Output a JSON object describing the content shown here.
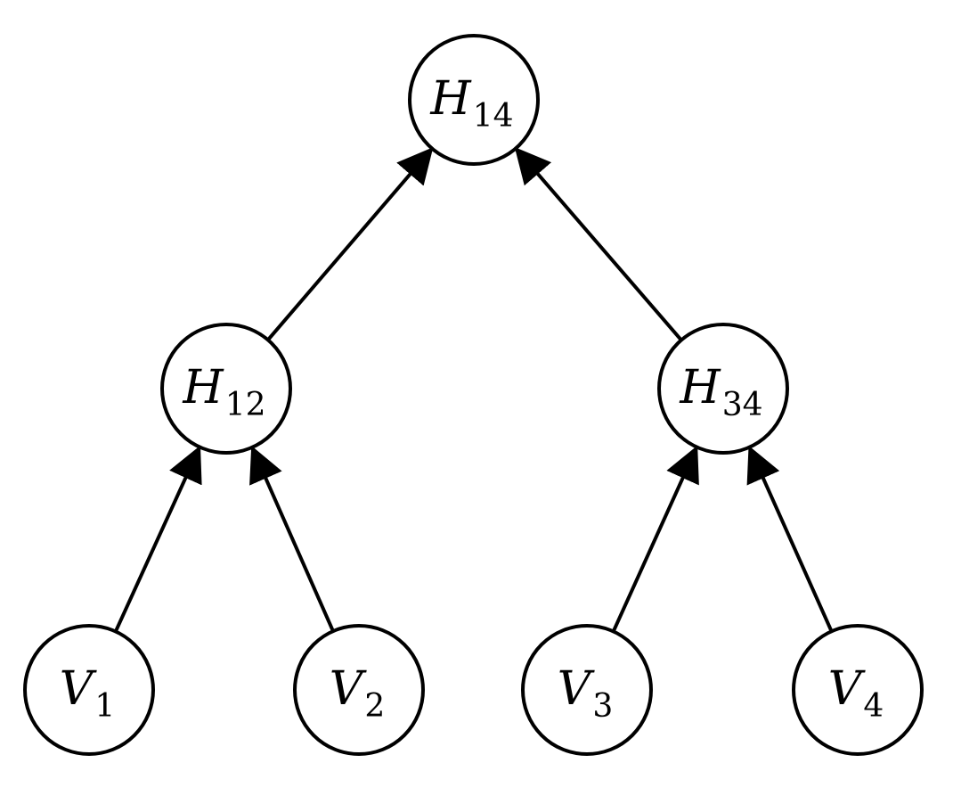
{
  "diagram": {
    "nodes": [
      {
        "id": "H14",
        "base": "H",
        "sub": "14"
      },
      {
        "id": "H12",
        "base": "H",
        "sub": "12"
      },
      {
        "id": "H34",
        "base": "H",
        "sub": "34"
      },
      {
        "id": "V1",
        "base": "V",
        "sub": "1"
      },
      {
        "id": "V2",
        "base": "V",
        "sub": "2"
      },
      {
        "id": "V3",
        "base": "V",
        "sub": "3"
      },
      {
        "id": "V4",
        "base": "V",
        "sub": "4"
      }
    ],
    "edges": [
      {
        "from": "V1",
        "to": "H12"
      },
      {
        "from": "V2",
        "to": "H12"
      },
      {
        "from": "V3",
        "to": "H34"
      },
      {
        "from": "V4",
        "to": "H34"
      },
      {
        "from": "H12",
        "to": "H14"
      },
      {
        "from": "H34",
        "to": "H14"
      }
    ]
  }
}
